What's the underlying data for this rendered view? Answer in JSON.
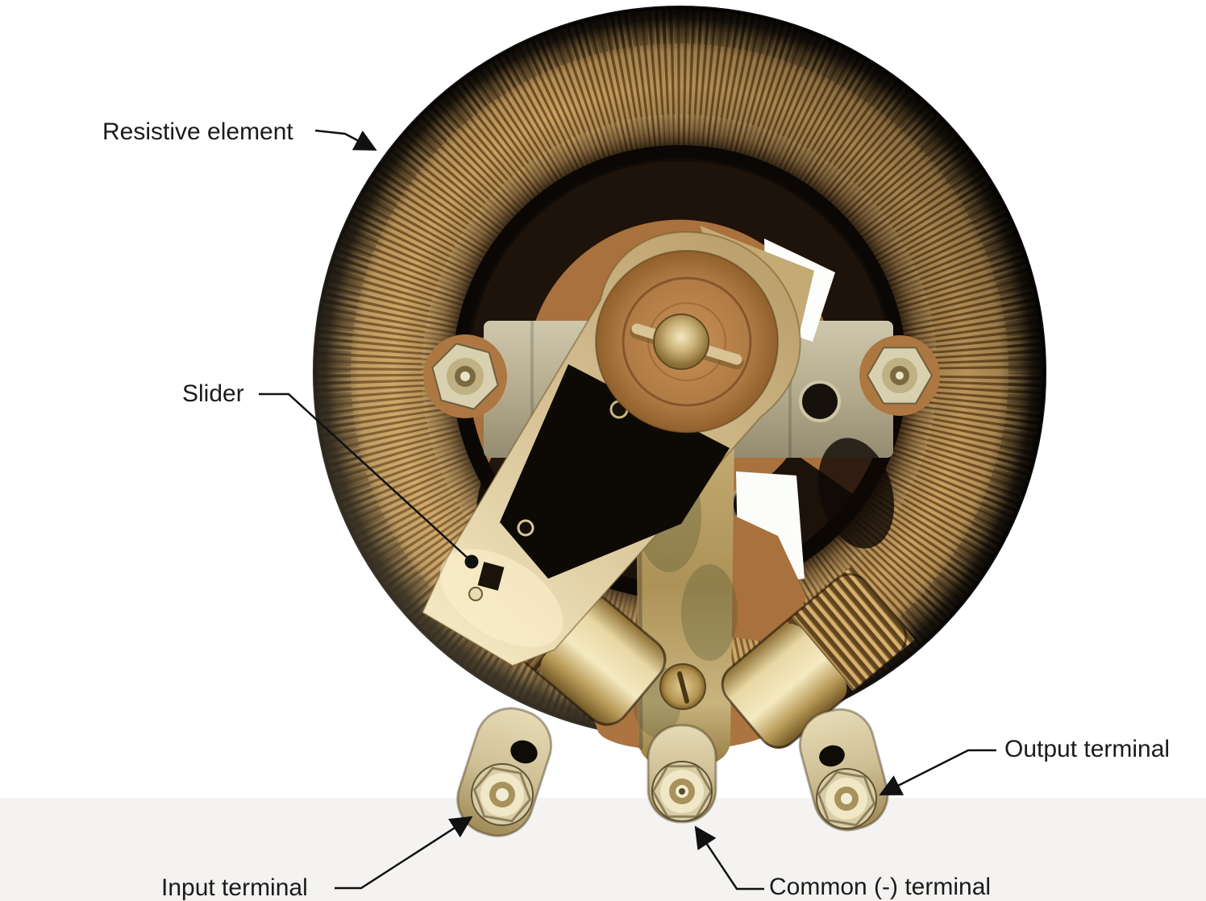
{
  "figure": {
    "labels": {
      "resistive_element": "Resistive element",
      "slider": "Slider",
      "input_terminal": "Input terminal",
      "common_terminal": "Common (-) terminal",
      "output_terminal": "Output terminal"
    },
    "colors": {
      "background": "#ffffff",
      "annotation_text": "#1b1b1b",
      "annotation_line": "#111111",
      "winding_bronze": "#7a5528",
      "winding_highlight": "#d2ab67",
      "ceramic_tan": "#a9713d",
      "brass": "#cfb67c",
      "steel": "#b6ad90"
    }
  }
}
